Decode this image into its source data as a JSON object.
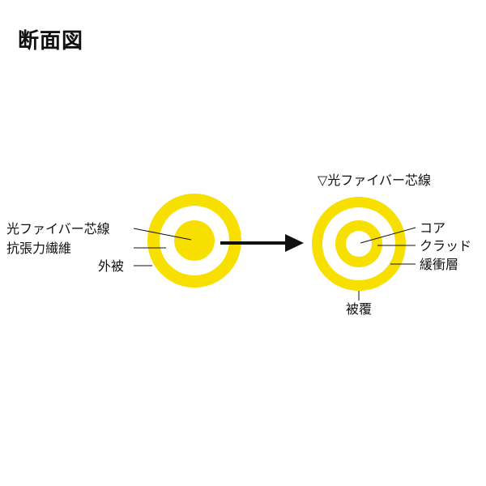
{
  "title": "断面図",
  "colors": {
    "yellow": "#F7E000",
    "line": "#111111",
    "background": "#FFFFFF"
  },
  "cable": {
    "labels": {
      "fiber": "光ファイバー芯線",
      "strength": "抗張力繊維",
      "jacket": "外被"
    }
  },
  "fiber": {
    "heading": "▽光ファイバー芯線",
    "labels": {
      "core": "コア",
      "clad": "クラッド",
      "buffer": "緩衝層",
      "coating": "被覆"
    }
  }
}
